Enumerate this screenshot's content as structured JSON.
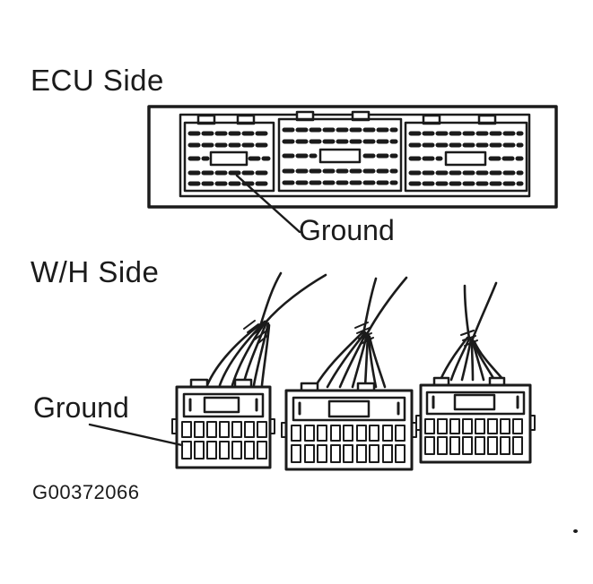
{
  "figure": {
    "title_top": "ECU Side",
    "title_bottom": "W/H Side",
    "callouts": {
      "ground_ecu": "Ground",
      "ground_wh": "Ground"
    },
    "figure_code": "G00372066",
    "colors": {
      "ink": "#1b1b1b",
      "background": "#ffffff"
    }
  }
}
